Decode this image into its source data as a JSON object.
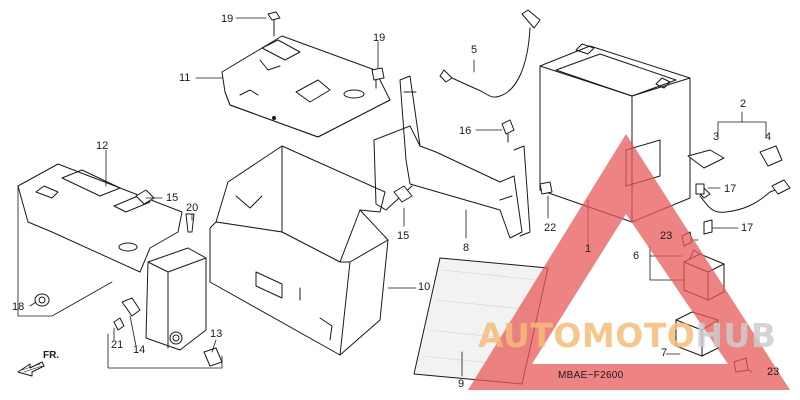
{
  "diagram": {
    "code": "MBAE−F2600",
    "direction_label": "FR.",
    "callouts": {
      "c1": "1",
      "c2": "2",
      "c3": "3",
      "c4": "4",
      "c5": "5",
      "c6": "6",
      "c7": "7",
      "c8": "8",
      "c9": "9",
      "c10": "10",
      "c11": "11",
      "c12": "12",
      "c13": "13",
      "c14": "14",
      "c15a": "15",
      "c15b": "15",
      "c16": "16",
      "c17a": "17",
      "c17b": "17",
      "c18": "18",
      "c19a": "19",
      "c19b": "19",
      "c20": "20",
      "c21": "21",
      "c22": "22",
      "c23a": "23",
      "c23b": "23"
    }
  },
  "watermark": {
    "text_part1": "AUTOMOTO",
    "text_part2": "HUB",
    "triangle_color": "#e85a5a",
    "text_color_part1": "#f5bc78",
    "text_color_part2": "#cdcdcd"
  }
}
